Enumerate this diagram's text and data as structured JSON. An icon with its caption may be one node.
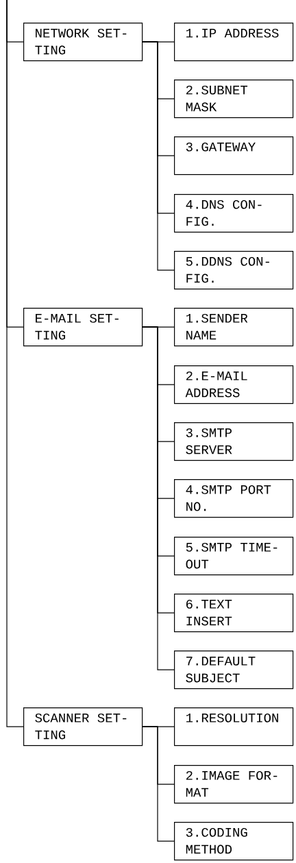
{
  "diagram": {
    "nodes": [
      {
        "text": [
          "NETWORK SET- TING"
        ]
      },
      {
        "text": [
          "1.IP ADDRESS"
        ]
      },
      {
        "text": [
          "2.SUBNET MASK"
        ]
      },
      {
        "text": [
          "3.GATEWAY"
        ]
      },
      {
        "text": [
          "4.DNS CON- FIG."
        ]
      },
      {
        "text": [
          "5.DDNS CON- FIG."
        ]
      },
      {
        "text": [
          "E-MAIL SET- TING"
        ]
      },
      {
        "text": [
          "1.SENDER NAME"
        ]
      },
      {
        "text": [
          "2.E-MAIL ADDRESS"
        ]
      },
      {
        "text": [
          "3.SMTP SERVER"
        ]
      },
      {
        "text": [
          "4.SMTP PORT NO."
        ]
      },
      {
        "text": [
          "5.SMTP TIME- OUT"
        ]
      },
      {
        "text": [
          "6.TEXT INSERT"
        ]
      },
      {
        "text": [
          "7.DEFAULT SUBJECT"
        ]
      },
      {
        "text": [
          "SCANNER SET- TING"
        ]
      },
      {
        "text": [
          "1.RESOLUTION"
        ]
      },
      {
        "text": [
          "2.IMAGE FOR- MAT"
        ]
      },
      {
        "text": [
          "3.CODING METHOD"
        ]
      }
    ],
    "edges": [
      {
        "from": null,
        "to": 0,
        "arrow": "none"
      },
      {
        "from": null,
        "to": 6,
        "arrow": "none"
      },
      {
        "from": null,
        "to": 14,
        "arrow": "none"
      },
      {
        "from": 0,
        "to": 1,
        "arrow": "none"
      },
      {
        "from": 0,
        "to": 2,
        "arrow": "none"
      },
      {
        "from": 0,
        "to": 3,
        "arrow": "none"
      },
      {
        "from": 0,
        "to": 4,
        "arrow": "none"
      },
      {
        "from": 0,
        "to": 5,
        "arrow": "none"
      },
      {
        "from": 6,
        "to": 7,
        "arrow": "none"
      },
      {
        "from": 6,
        "to": 8,
        "arrow": "none"
      },
      {
        "from": 6,
        "to": 9,
        "arrow": "none"
      },
      {
        "from": 6,
        "to": 10,
        "arrow": "none"
      },
      {
        "from": 6,
        "to": 11,
        "arrow": "none"
      },
      {
        "from": 6,
        "to": 12,
        "arrow": "none"
      },
      {
        "from": 6,
        "to": 13,
        "arrow": "none"
      },
      {
        "from": 14,
        "to": 15,
        "arrow": "none"
      },
      {
        "from": 14,
        "to": 16,
        "arrow": "none"
      },
      {
        "from": 14,
        "to": 17,
        "arrow": "none"
      }
    ]
  }
}
